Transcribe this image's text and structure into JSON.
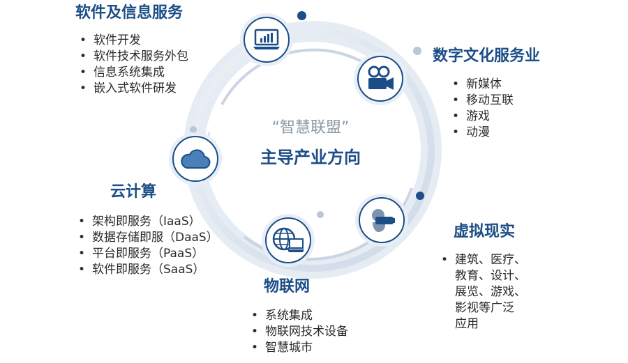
{
  "center": {
    "quote": "“智慧联盟”",
    "title": "主导产业方向"
  },
  "sections": {
    "software": {
      "title": "软件及信息服务",
      "items": [
        "软件开发",
        "软件技术服务外包",
        "信息系统集成",
        "嵌入式软件研发"
      ]
    },
    "digital_culture": {
      "title": "数字文化服务业",
      "items": [
        "新媒体",
        "移动互联",
        "游戏",
        "动漫"
      ]
    },
    "cloud": {
      "title": "云计算",
      "items": [
        "架构即服务（IaaS）",
        "数据存储即服（DaaS）",
        "平台即服务（PaaS）",
        "软件即服务（SaaS）"
      ]
    },
    "iot": {
      "title": "物联网",
      "items": [
        "系统集成",
        "物联网技术设备",
        "智慧城市"
      ]
    },
    "vr": {
      "title": "虚拟现实",
      "items": [
        "建筑、医疗、",
        "教育、设计、",
        "展览、游戏、",
        "影视等广泛",
        "应用"
      ]
    }
  },
  "icons": [
    "laptop-chart-icon",
    "film-camera-icon",
    "cloud-icon",
    "globe-computer-icon",
    "vr-headset-icon"
  ],
  "colors": {
    "primary": "#1b4d86",
    "ring_light": "#d6e0ec",
    "text": "#2a2a2a",
    "quote": "#8c98a4"
  }
}
